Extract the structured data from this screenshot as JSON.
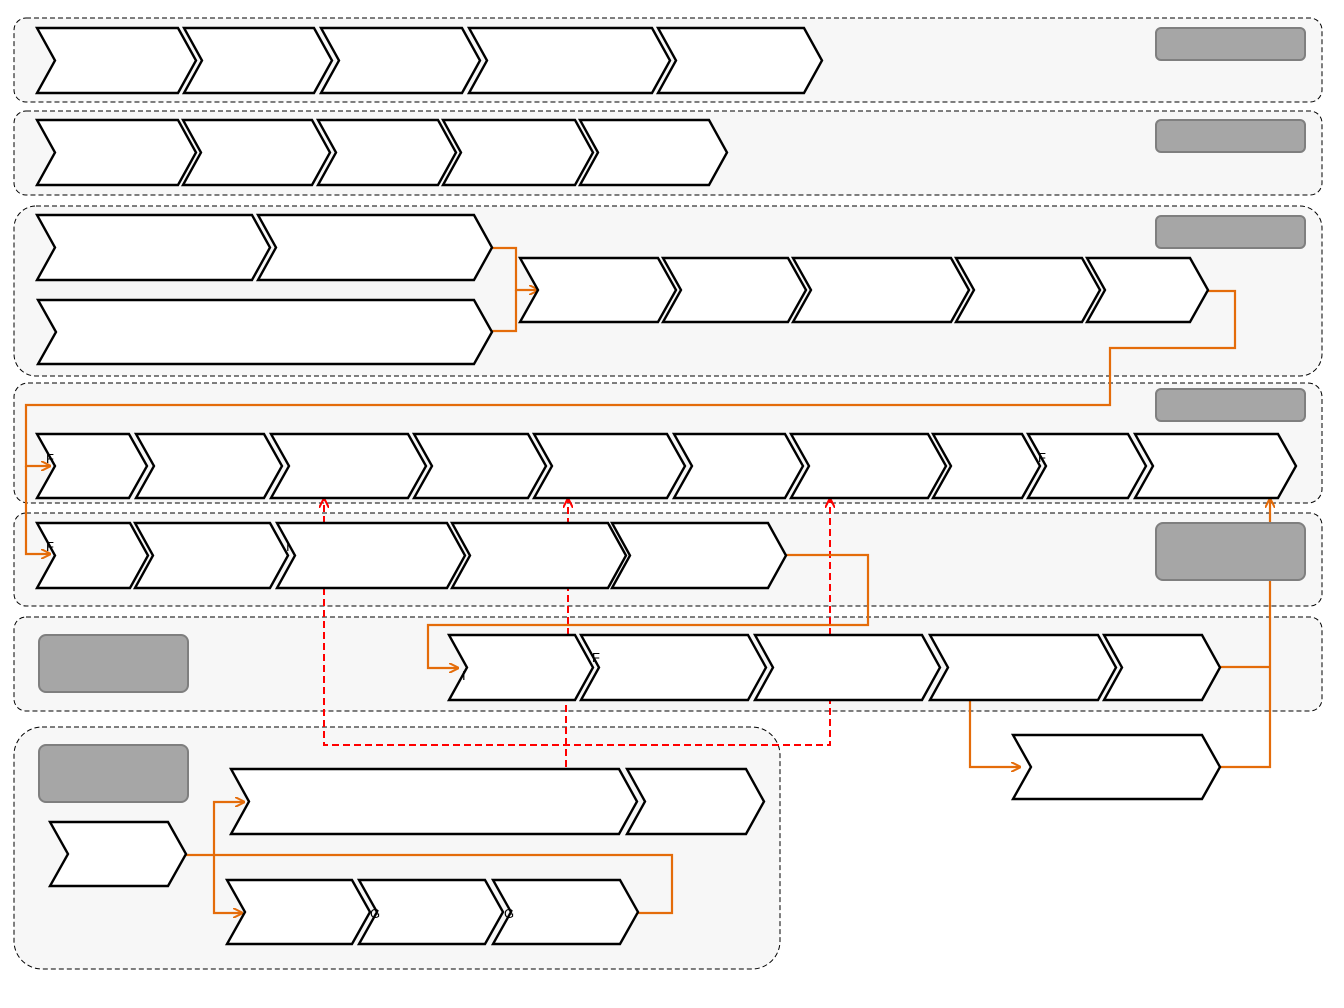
{
  "diagram": {
    "title": "",
    "lanes": [
      {
        "id": "lane-1",
        "label": "",
        "steps": [
          "",
          "",
          "",
          "",
          ""
        ]
      },
      {
        "id": "lane-2",
        "label": "",
        "steps": [
          "",
          "",
          "",
          "",
          ""
        ]
      },
      {
        "id": "lane-3",
        "label": "",
        "steps": [
          "",
          "",
          "",
          "",
          "",
          "",
          "",
          ""
        ]
      },
      {
        "id": "lane-4",
        "label": "",
        "steps": [
          "",
          "",
          "",
          "",
          "",
          "",
          "",
          "",
          "",
          ""
        ]
      },
      {
        "id": "lane-5",
        "label": "",
        "steps": [
          "",
          "",
          "",
          "",
          ""
        ]
      },
      {
        "id": "lane-6",
        "label": "",
        "steps": [
          "",
          "",
          "",
          "",
          "",
          ""
        ]
      },
      {
        "id": "lane-7",
        "label": "",
        "steps": [
          "",
          "",
          "",
          "",
          "",
          ""
        ]
      }
    ],
    "glyph_fragments": [
      "F",
      "F",
      "I",
      "I",
      "F",
      "G",
      "G",
      "F"
    ]
  },
  "colors": {
    "lane_fill": "#f7f7f7",
    "tag_fill": "#a6a6a6",
    "flow_arrow": "#e46c0a",
    "dependency_arrow": "#ff0000"
  }
}
